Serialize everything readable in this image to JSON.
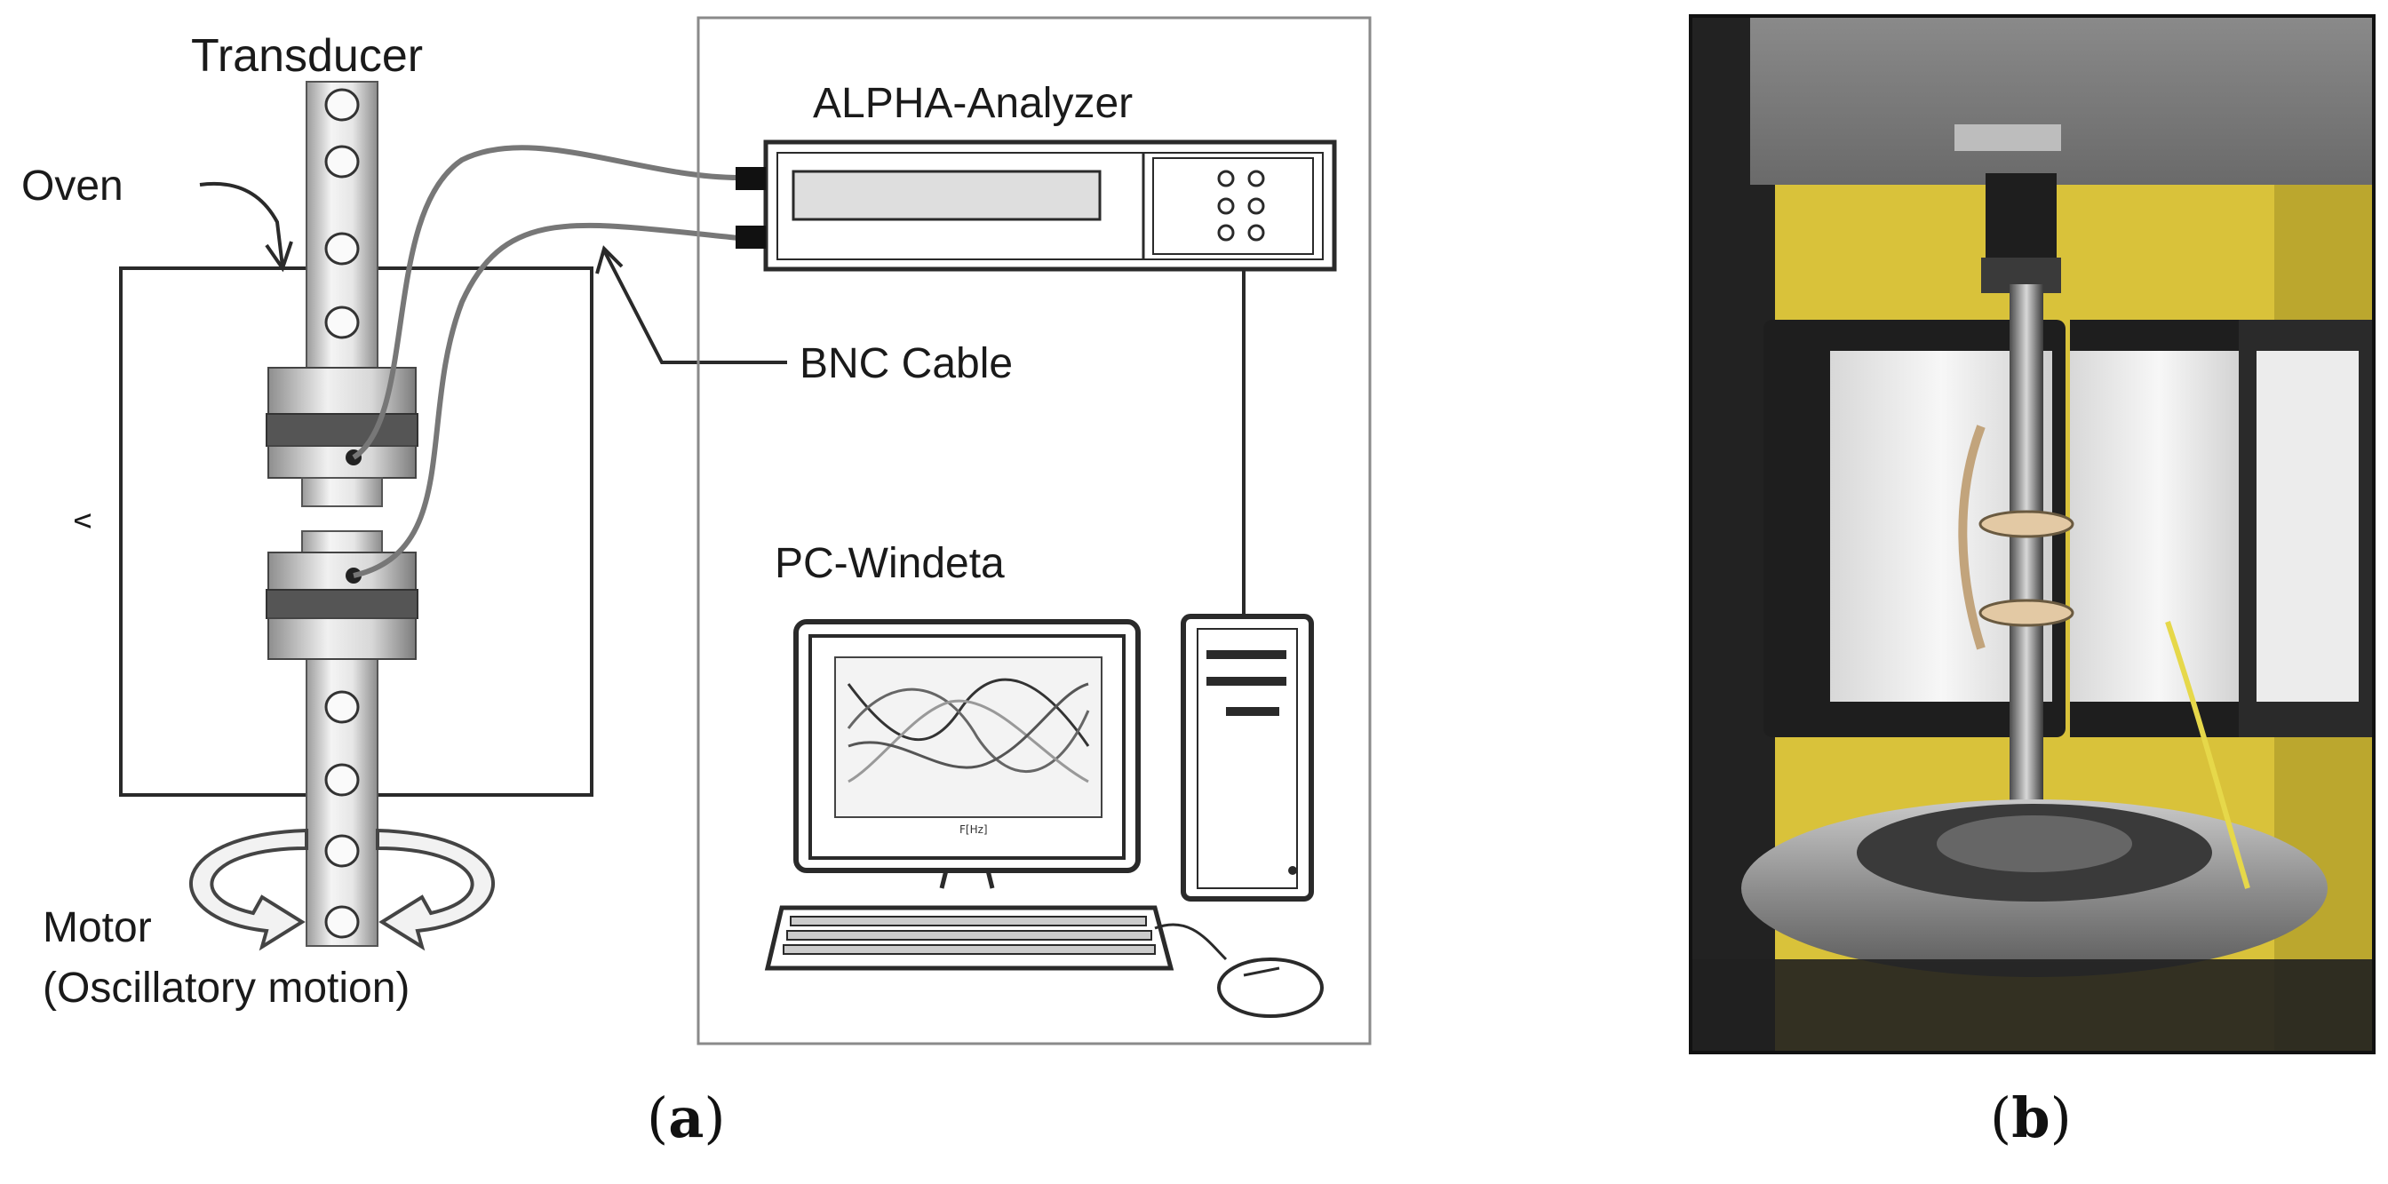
{
  "panel_a": {
    "labels": {
      "transducer": "Transducer",
      "oven": "Oven",
      "analyzer": "ALPHA-Analyzer",
      "bnc_cable": "BNC Cable",
      "pc": "PC-Windeta",
      "motor_line1": "Motor",
      "motor_line2": "(Oscillatory motion)",
      "v_mark": "v",
      "screen_axis": "F[Hz]"
    },
    "caption": {
      "open": "(",
      "letter": "a",
      "close": ")"
    }
  },
  "panel_b": {
    "caption": {
      "open": "(",
      "letter": "b",
      "close": ")"
    }
  },
  "colors": {
    "line": "#2a2a2a",
    "cable": "#777777",
    "frame": "#8a8a8a",
    "photo_wall": "#d9c23a",
    "photo_dark": "#1e1e1e"
  }
}
